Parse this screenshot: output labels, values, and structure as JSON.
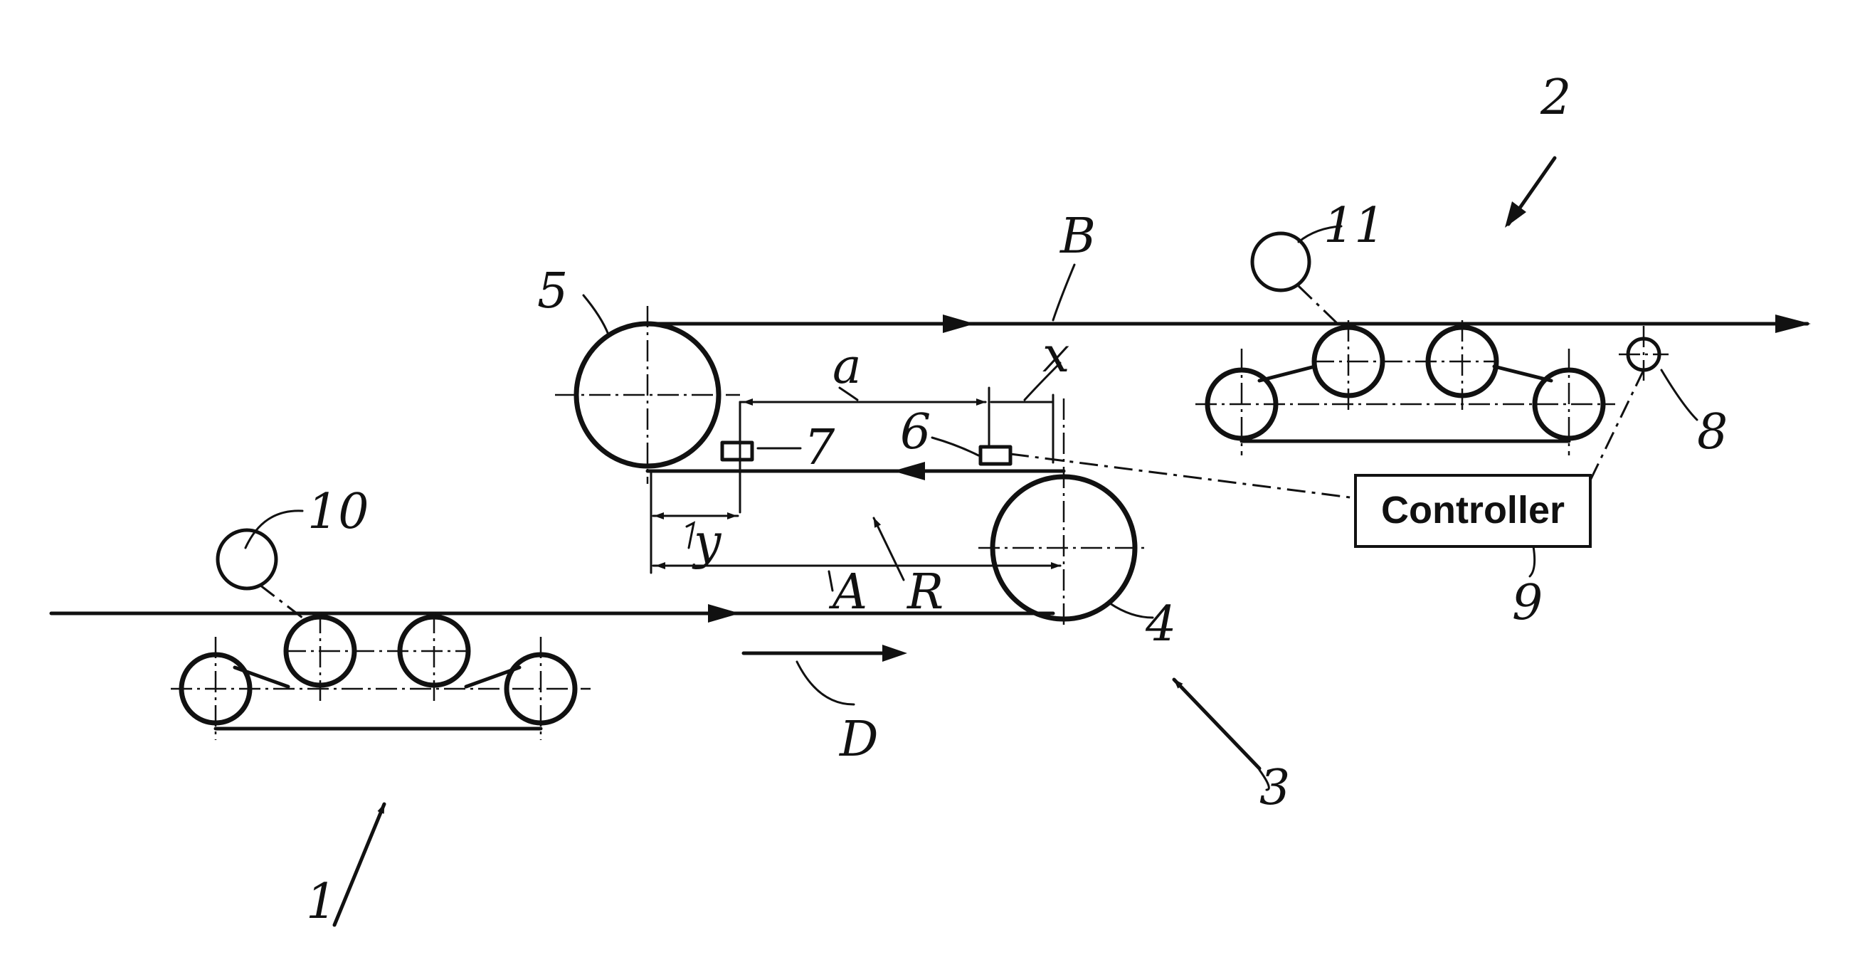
{
  "labels": {
    "n1": "1",
    "n2": "2",
    "n3": "3",
    "n4": "4",
    "n5": "5",
    "n6": "6",
    "n7": "7",
    "n8": "8",
    "n9": "9",
    "n10": "10",
    "n11": "11",
    "a": "a",
    "x": "x",
    "y": "y",
    "A": "A",
    "R": "R",
    "B": "B",
    "D": "D"
  },
  "controller": {
    "label": "Controller"
  }
}
